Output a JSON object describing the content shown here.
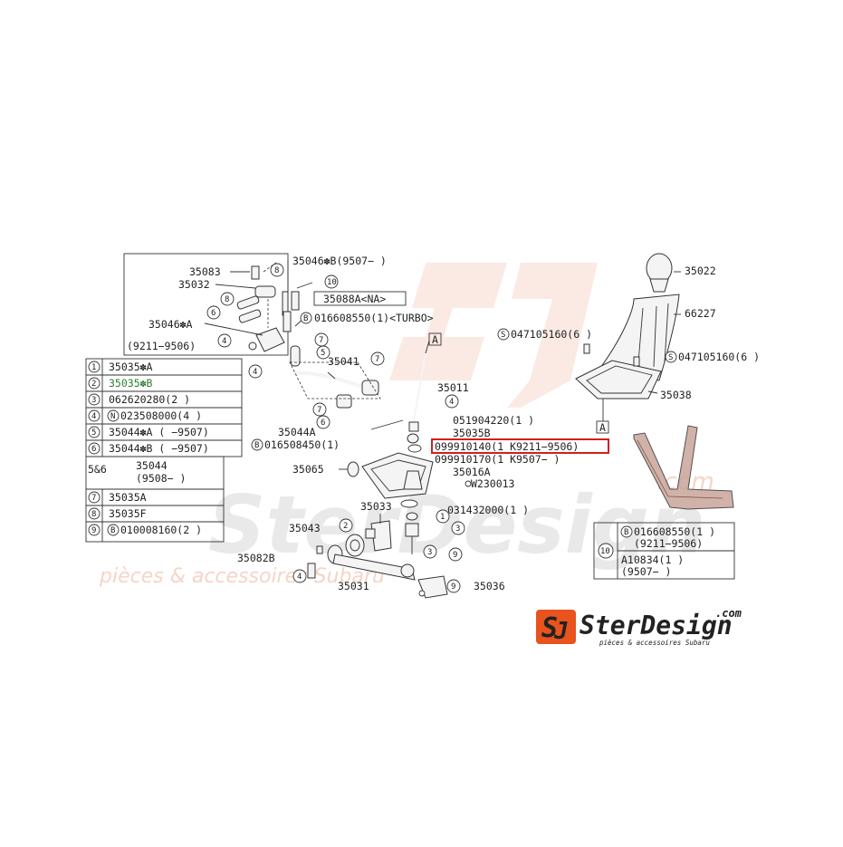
{
  "watermark": {
    "big": "SterDesign",
    "tagline": "pièces & accessoires Subaru",
    "com": ".com"
  },
  "logo": {
    "name": "SterDesign",
    "com": ".com",
    "tagline": "pièces & accessoires Subaru",
    "colors": {
      "orange": "#e8531e",
      "dark": "#222222"
    }
  },
  "labels": {
    "p35083": "35083",
    "p35032": "35032",
    "p35046B": "35046✽B(9507−      )",
    "p35088A": "35088A<NA>",
    "p016608550": "016608550(1)<TURBO>",
    "p35046A": "35046✽A",
    "range9211": "(9211−9506)",
    "p35041": "35041",
    "p35011": "35011",
    "p35044A": "35044A",
    "p016508450": "016508450(1)",
    "p051904220": "051904220(1  )",
    "p35035B": "35035B",
    "p099910140": "099910140(1  K9211−9506)",
    "p099910170": "099910170(1  K9507−      )",
    "p35065": "35065",
    "p35016A": "35016A",
    "pW230013": "W230013",
    "p35033": "35033",
    "p031432000": "031432000(1  )",
    "p35043": "35043",
    "p35082B": "35082B",
    "p35031": "35031",
    "p35036": "35036",
    "p35022": "35022",
    "p66227": "66227",
    "p047105160a": "047105160(6  )",
    "p047105160b": "047105160(6  )",
    "p35038": "35038",
    "refA1": "A",
    "refA2": "A"
  },
  "callout_symbols": {
    "B": "B",
    "N": "N",
    "S": "S"
  },
  "legend": {
    "rows": [
      {
        "no": "1",
        "text": "35035✽A",
        "highlight": false
      },
      {
        "no": "2",
        "text": "35035✽B",
        "highlight": true
      },
      {
        "no": "3",
        "text": "062620280(2  )",
        "highlight": false
      },
      {
        "no": "4",
        "text": "023508000(4  )",
        "prefix": "N",
        "highlight": false
      },
      {
        "no": "5",
        "text": "35044✽A (    −9507)",
        "highlight": false
      },
      {
        "no": "6",
        "text": "35044✽B (    −9507)",
        "highlight": false
      }
    ],
    "combo": {
      "no": "5&6",
      "text1": "35044",
      "text2": "(9508−      )"
    },
    "rows2": [
      {
        "no": "7",
        "text": "35035A"
      },
      {
        "no": "8",
        "text": "35035F"
      },
      {
        "no": "9",
        "text": "010008160(2  )",
        "prefix": "B"
      }
    ]
  },
  "legend10": {
    "no": "10",
    "line1": "016608550(1  )",
    "line1_prefix": "B",
    "line2": "(9211−9506)",
    "line3": "A10834(1  )",
    "line4": "(9507−      )"
  },
  "highlight_color": "#d21f1f",
  "highlight_text_color": "#2e7d32"
}
